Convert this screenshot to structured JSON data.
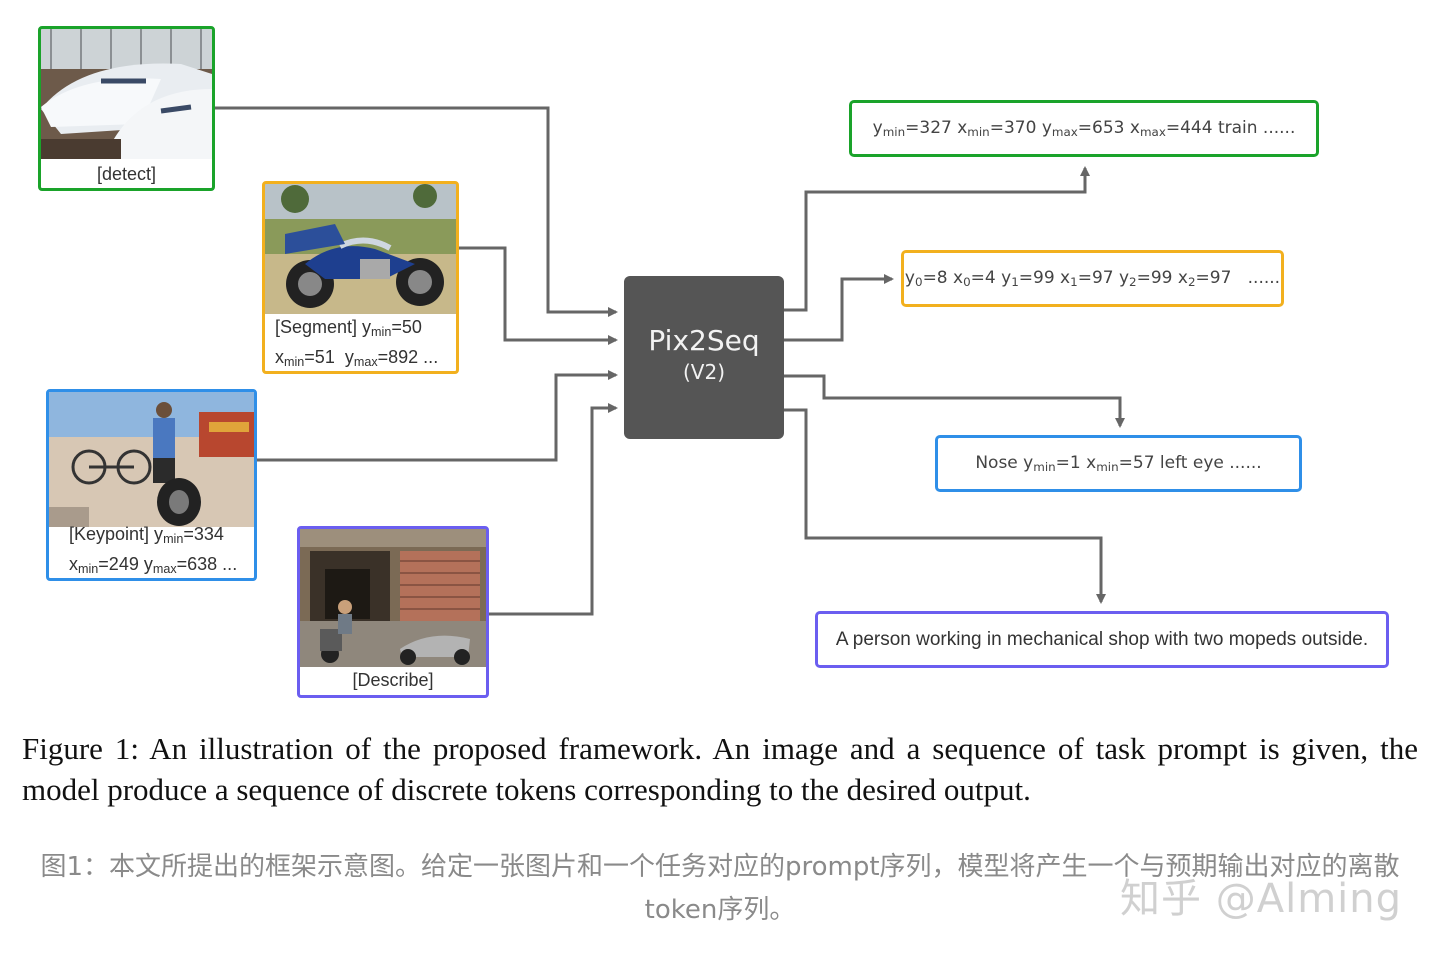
{
  "inputs": {
    "detect": {
      "caption": "[detect]",
      "border": "#1aa32a"
    },
    "segment": {
      "caption_line1": "[Segment] y<sub>min</sub>=50",
      "caption_line2": "x<sub>min</sub>=51&nbsp; y<sub>max</sub>=892 ...",
      "border": "#f2b01e"
    },
    "keypoint": {
      "caption_line1": "[Keypoint] y<sub>min</sub>=334",
      "caption_line2": "x<sub>min</sub>=249 y<sub>max</sub>=638 ...",
      "border": "#2f8fe8"
    },
    "describe": {
      "caption": "[Describe]",
      "border": "#6b5ef0"
    }
  },
  "model": {
    "title": "Pix2Seq",
    "subtitle": "(V2)"
  },
  "outputs": {
    "detect": "y<sub>min</sub>=327 x<sub>min</sub>=370 y<sub>max</sub>=653 x<sub>max</sub>=444 train ......",
    "segment": "y<sub>0</sub>=8 x<sub>0</sub>=4 y<sub>1</sub>=99 x<sub>1</sub>=97 y<sub>2</sub>=99 x<sub>2</sub>=97 &nbsp;&nbsp;......",
    "keypoint": "Nose y<sub>min</sub>=1 x<sub>min</sub>=57 left eye ......",
    "describe": "A person working in mechanical shop with two mopeds outside."
  },
  "caption": "Figure 1: An illustration of the proposed framework. An image and a sequence of task prompt is given, the model produce a sequence of discrete tokens corresponding to the desired output.",
  "zh_caption": "图1：本文所提出的框架示意图。给定一张图片和一个任务对应的prompt序列，模型将产生一个与预期输出对应的离散token序列。",
  "watermark": "知乎 @Alming",
  "colors": {
    "arrow": "#666666",
    "green": "#1aa32a",
    "yellow": "#f2b01e",
    "blue": "#2f8fe8",
    "purple": "#6b5ef0",
    "model_box": "#555555"
  }
}
